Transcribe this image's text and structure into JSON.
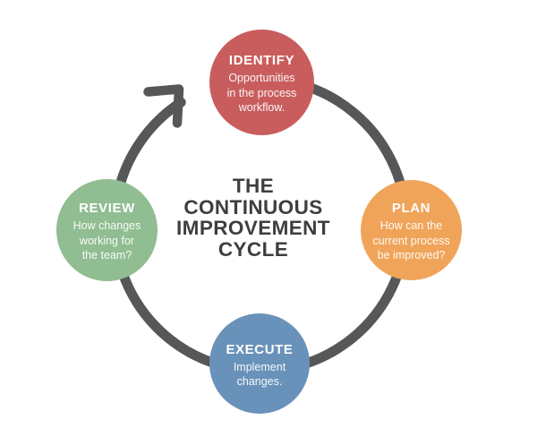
{
  "center_title": "THE\nCONTINUOUS\nIMPROVEMENT\nCYCLE",
  "colors": {
    "arrow": "#565758",
    "title_text": "#3d3e40",
    "node_text": "#ffffff",
    "identify": "#c95d5e",
    "plan": "#f0a45a",
    "execute": "#6992ba",
    "review": "#90bd91"
  },
  "nodes": [
    {
      "label": "IDENTIFY",
      "description": "Opportunities\nin the process\nworkflow."
    },
    {
      "label": "PLAN",
      "description": "How can the\ncurrent process\nbe improved?"
    },
    {
      "label": "EXECUTE",
      "description": "Implement\nchanges."
    },
    {
      "label": "REVIEW",
      "description": "How changes\nworking for\nthe team?"
    }
  ]
}
